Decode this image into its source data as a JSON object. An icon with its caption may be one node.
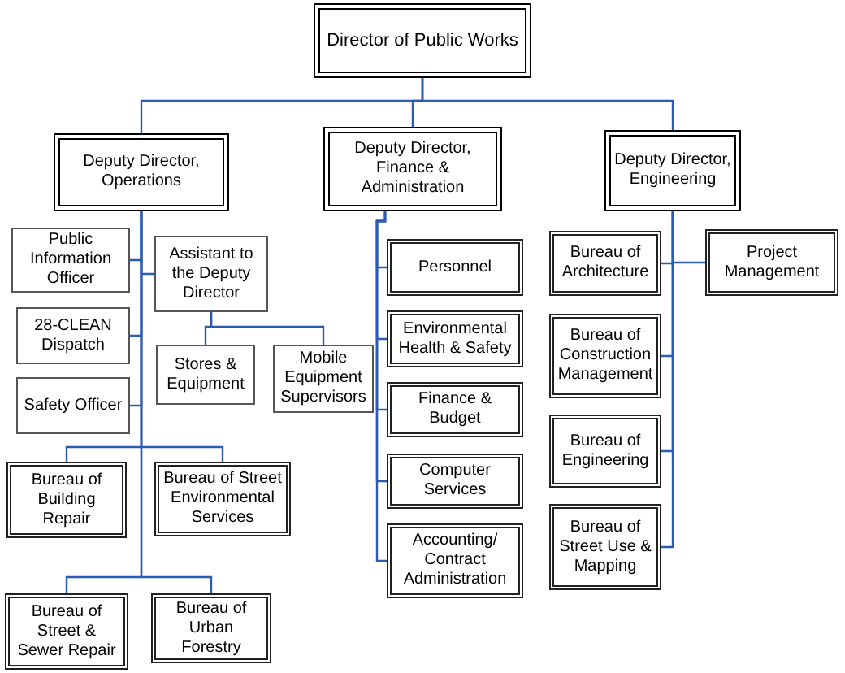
{
  "diagram": {
    "nodes": [
      {
        "text": [
          "Director of Public Works"
        ]
      },
      {
        "text": [
          "Deputy Director, Operations"
        ]
      },
      {
        "text": [
          "Deputy Director, Finance & Administration"
        ]
      },
      {
        "text": [
          "Deputy Director, Engineering"
        ]
      },
      {
        "text": [
          "Public Information Officer"
        ]
      },
      {
        "text": [
          "Assistant to the Deputy Director"
        ]
      },
      {
        "text": [
          "28-CLEAN Dispatch"
        ]
      },
      {
        "text": [
          "Safety Officer"
        ]
      },
      {
        "text": [
          "Stores & Equipment"
        ]
      },
      {
        "text": [
          "Mobile Equipment Supervisors"
        ]
      },
      {
        "text": [
          "Bureau of Building Repair"
        ]
      },
      {
        "text": [
          "Bureau of Street Environmental Services"
        ]
      },
      {
        "text": [
          "Bureau of Street & Sewer Repair"
        ]
      },
      {
        "text": [
          "Bureau of Urban Forestry"
        ]
      },
      {
        "text": [
          "Personnel"
        ]
      },
      {
        "text": [
          "Environmental Health & Safety"
        ]
      },
      {
        "text": [
          "Finance & Budget"
        ]
      },
      {
        "text": [
          "Computer Services"
        ]
      },
      {
        "text": [
          "Accounting/ Contract Administration"
        ]
      },
      {
        "text": [
          "Bureau of Architecture"
        ]
      },
      {
        "text": [
          "Project Management"
        ]
      },
      {
        "text": [
          "Bureau of Construction Management"
        ]
      },
      {
        "text": [
          "Bureau of Engineering"
        ]
      },
      {
        "text": [
          "Bureau of Street Use & Mapping"
        ]
      }
    ],
    "edges": [
      {
        "from": 0,
        "to": 1,
        "arrow": "none"
      },
      {
        "from": 0,
        "to": 2,
        "arrow": "none"
      },
      {
        "from": 0,
        "to": 3,
        "arrow": "none"
      },
      {
        "from": 1,
        "to": 4,
        "arrow": "none"
      },
      {
        "from": 1,
        "to": 5,
        "arrow": "none"
      },
      {
        "from": 1,
        "to": 6,
        "arrow": "none"
      },
      {
        "from": 1,
        "to": 7,
        "arrow": "none"
      },
      {
        "from": 5,
        "to": 8,
        "arrow": "none"
      },
      {
        "from": 5,
        "to": 9,
        "arrow": "none"
      },
      {
        "from": 1,
        "to": 10,
        "arrow": "none"
      },
      {
        "from": 1,
        "to": 11,
        "arrow": "none"
      },
      {
        "from": 1,
        "to": 12,
        "arrow": "none"
      },
      {
        "from": 1,
        "to": 13,
        "arrow": "none"
      },
      {
        "from": 2,
        "to": 14,
        "arrow": "none"
      },
      {
        "from": 2,
        "to": 15,
        "arrow": "none"
      },
      {
        "from": 2,
        "to": 16,
        "arrow": "none"
      },
      {
        "from": 2,
        "to": 17,
        "arrow": "none"
      },
      {
        "from": 2,
        "to": 18,
        "arrow": "none"
      },
      {
        "from": 3,
        "to": 19,
        "arrow": "none"
      },
      {
        "from": 3,
        "to": 20,
        "arrow": "none"
      },
      {
        "from": 3,
        "to": 21,
        "arrow": "none"
      },
      {
        "from": 3,
        "to": 22,
        "arrow": "none"
      },
      {
        "from": 3,
        "to": 23,
        "arrow": "none"
      }
    ]
  }
}
